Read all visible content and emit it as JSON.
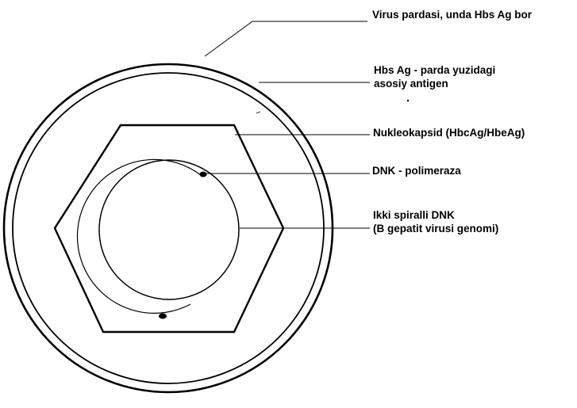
{
  "labels": {
    "envelope": "Virus pardasi, unda Hbs Ag bor",
    "hbsag_line1": "Hbs Ag - parda yuzidagi",
    "hbsag_line2": "asosiy antigen",
    "nucleocapsid": "Nukleokapsid (HbcAg/HbeAg)",
    "polymerase": "DNK - polimeraza",
    "dna_line1": "Ikki spiralli DNK",
    "dna_line2": "(B gepatit virusi genomi)"
  },
  "colors": {
    "ink": "#000000",
    "background": "#ffffff"
  }
}
